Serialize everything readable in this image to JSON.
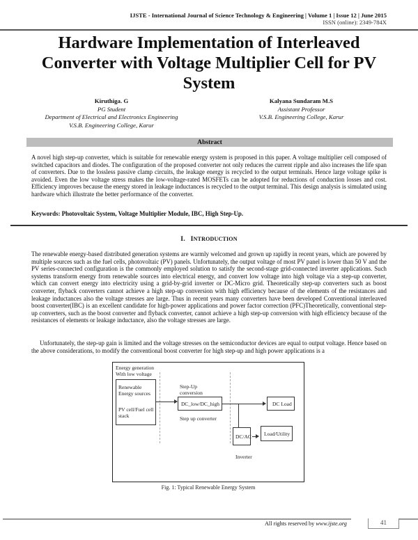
{
  "header": {
    "journal_line": "IJSTE - International Journal of Science Technology & Engineering | Volume 1 | Issue 12 | June 2015",
    "issn_line": "ISSN (online): 2349-784X"
  },
  "title": "Hardware Implementation of Interleaved Converter with Voltage Multiplier Cell for PV System",
  "authors": [
    {
      "name": "Kiruthiga. G",
      "role": "PG Student",
      "department": "Department of Electrical and Electronics Engineering",
      "affiliation": "V.S.B. Engineering College, Karur"
    },
    {
      "name": "Kalyana Sundaram M.S",
      "role": "Assistant Professor",
      "affiliation": "V.S.B. Engineering College, Karur"
    }
  ],
  "abstract": {
    "heading": "Abstract",
    "text": "A novel high step-up converter, which is suitable for renewable energy system is proposed in this paper. A  voltage multiplier cell  composed of switched capacitors and diodes. The configuration of the proposed converter not only reduces the current ripple and also increases the life span of converters. Due to the lossless passive clamp circuits, the leakage energy is recycled to the output terminals. Hence large voltage spike is avoided. Even the low voltage stress makes the low-voltage-rated MOSFETs can be adopted for reductions of conduction losses and cost.  Efficiency improves because the energy stored in leakage inductances is recycled to the output terminal. This design analysis is simulated using hardware which illustrate the better performance of the converter.",
    "keywords": "Keywords: Photovoltaic System,  Voltage  Multiplier  Module, IBC, High Step-Up."
  },
  "section1": {
    "number": "I.",
    "title_first": "I",
    "title_rest": "NTRODUCTION",
    "paragraph1": "The renewable energy-based distributed generation systems are warmly welcomed and grown up rapidly in recent years, which are powered by multiple sources such as the fuel cells, photovoltaic (PV) panels. Unfortunately, the output voltage of most PV panel is lower than 50 V and the PV series-connected configuration is the commonly employed solution to satisfy the second-stage grid-connected inverter applications. Such systems transform energy from renewable sources into electrical energy, and convert low voltage into high voltage via a step-up converter, which can convert energy into electricity using a grid-by-grid inverter or DC-Micro grid. Theoretically step-up converters such as boost converter, flyback converters cannot achieve a high step-up conversion with high efficiency because of the elements of  the resistances and leakage inductances also the   voltage stresses are large. Thus in recent years many converters have been developed   Conventional interleaved boost converter(IBC) is an excellent candidate for high-power applications and power factor correction (PFC)Theoretically, conventional step-up converters, such as the boost converter and flyback converter, cannot achieve a high step-up  conversion with   high efficiency because of  the resistances of elements or leakage inductance, also the voltage stresses are large.",
    "paragraph2": "Unfortunately, the step-up gain is limited and the voltage stresses on the semiconductor devices are equal to output voltage. Hence based on the above considerations, to modify the conventional boost converter for high step-up and high power applications is a"
  },
  "figure": {
    "label_energy_gen_1": "Energy generation",
    "label_energy_gen_2": "With low voltage",
    "source_box_line1": "Renewable",
    "source_box_line2": "Energy sources",
    "source_box_line3": "PV cell/Fuel cell",
    "source_box_line4": "stack",
    "stepup_label_1": "Step-Up",
    "stepup_label_2": "conversion",
    "converter_box": "DC_low/DC_high",
    "converter_caption": "Step up converter",
    "dc_load_box": "DC Load",
    "dcac_box": "DC/AC",
    "load_utility_box": "Load/Utility",
    "inverter_caption": "Inverter",
    "caption": "Fig. 1: Typical Renewable Energy System"
  },
  "footer": {
    "rights_text": "All rights reserved by ",
    "url": "www.ijste.org",
    "page_number": "41"
  }
}
